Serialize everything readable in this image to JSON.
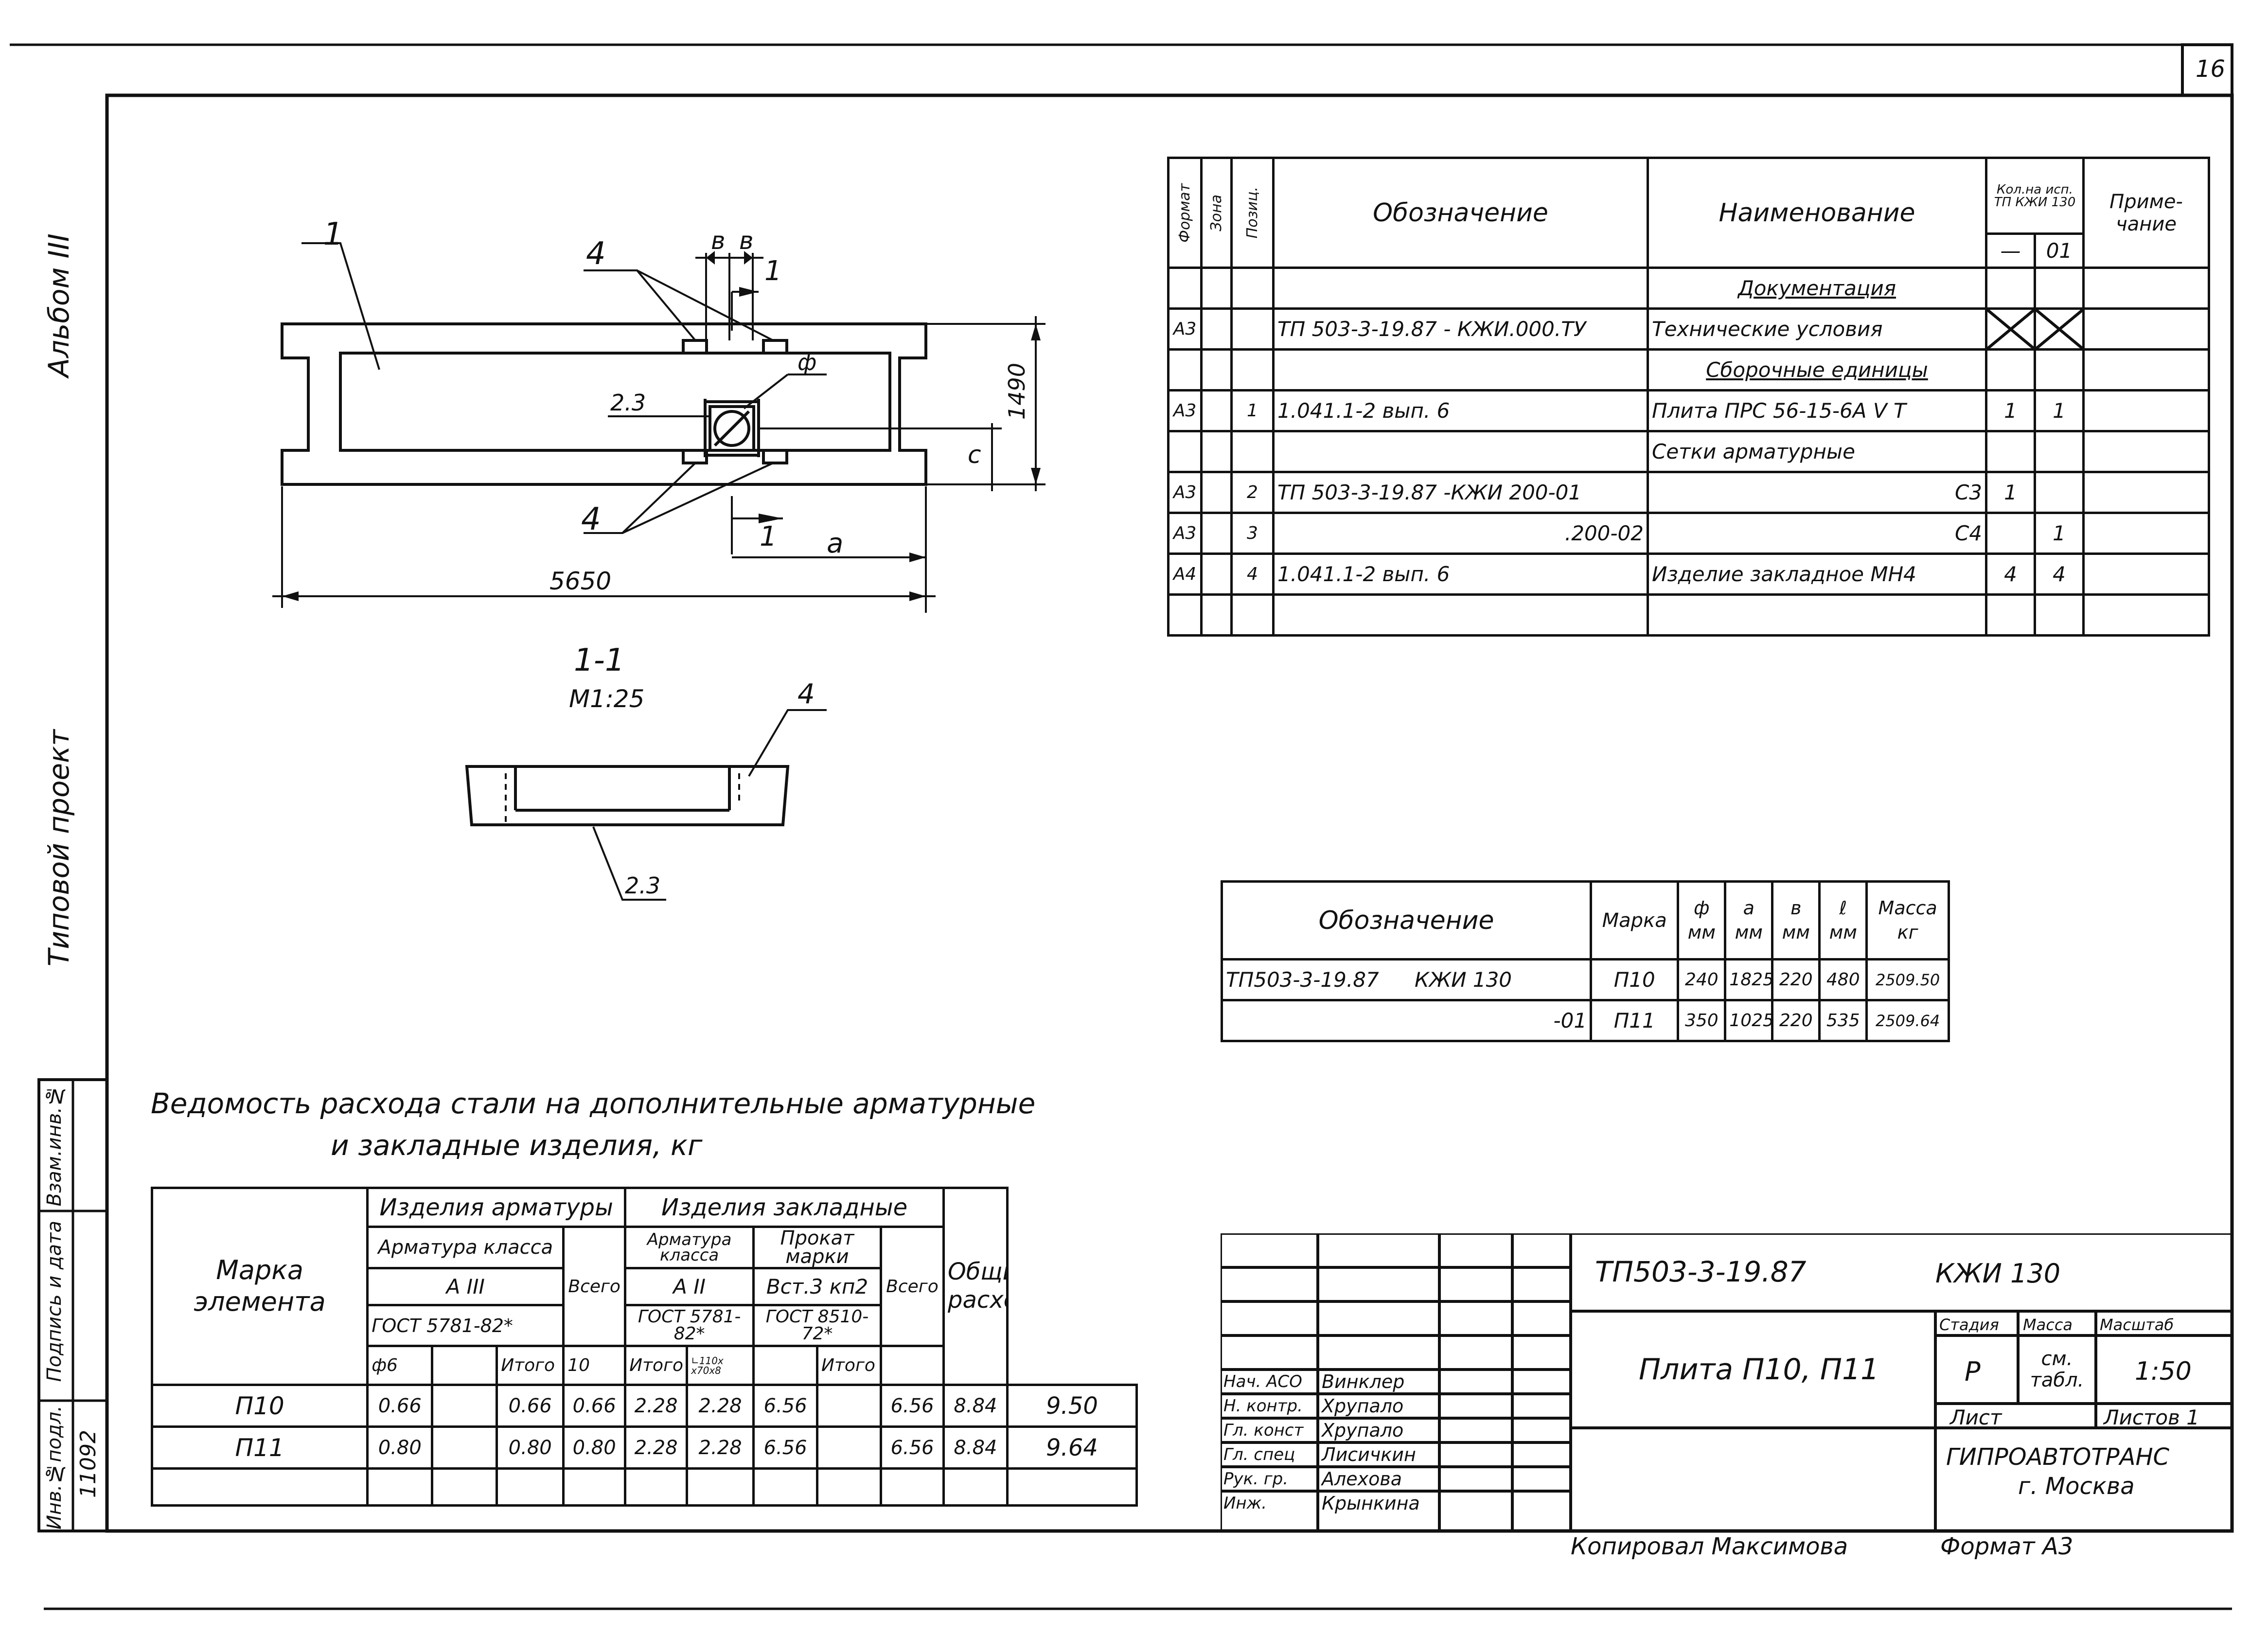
{
  "sheet_number": "16",
  "side_labels": {
    "album": "Альбом III",
    "project": "Типовой проект",
    "stub": [
      "Взам.инв.№",
      "Подпись и дата",
      "Инв.№подл."
    ],
    "stub_values": [
      "",
      "",
      "11092"
    ]
  },
  "plan": {
    "pos1": "1",
    "pos4_top": "4",
    "pos4_bottom": "4",
    "pos23": "2.3",
    "dim_b1": "в",
    "dim_b2": "в",
    "dim_phi": "ф",
    "dim_c": "с",
    "dim_a": "а",
    "dim_height": "1490",
    "dim_length": "5650",
    "cut_top": "1",
    "cut_bottom": "1"
  },
  "section": {
    "title": "1-1",
    "scale": "М1:25",
    "pos4": "4",
    "pos23": "2.3"
  },
  "spec_table": {
    "headers": {
      "format": "Формат",
      "zone": "Зона",
      "pos": "Позиц.",
      "designation": "Обозначение",
      "name": "Наименование",
      "qty": "Кол.на исп. ТП КЖИ 130",
      "qty_cols": [
        "—",
        "01"
      ],
      "note": "Приме-чание"
    },
    "rows": [
      {
        "format": "",
        "zone": "",
        "pos": "",
        "designation": "",
        "name": "Документация",
        "q1": "",
        "q2": "",
        "note": "",
        "section": true
      },
      {
        "format": "А3",
        "zone": "",
        "pos": "",
        "designation": "ТП 503-3-19.87   - КЖИ.000.ТУ",
        "name": "Технические условия",
        "q1": "",
        "q2": "",
        "note": "",
        "cross": true
      },
      {
        "format": "",
        "zone": "",
        "pos": "",
        "designation": "",
        "name": "Сборочные единицы",
        "q1": "",
        "q2": "",
        "note": "",
        "section": true
      },
      {
        "format": "А3",
        "zone": "",
        "pos": "1",
        "designation": "1.041.1-2  вып. 6",
        "name": "Плита ПРС 56-15-6А V Т",
        "q1": "1",
        "q2": "1",
        "note": ""
      },
      {
        "format": "",
        "zone": "",
        "pos": "",
        "designation": "",
        "name": "Сетки арматурные",
        "q1": "",
        "q2": "",
        "note": ""
      },
      {
        "format": "А3",
        "zone": "",
        "pos": "2",
        "designation": "ТП 503-3-19.87   -КЖИ 200-01",
        "name": "С3",
        "q1": "1",
        "q2": "",
        "note": "",
        "name_right": true
      },
      {
        "format": "А3",
        "zone": "",
        "pos": "3",
        "designation": ".200-02",
        "name": "С4",
        "q1": "",
        "q2": "1",
        "note": "",
        "name_right": true,
        "des_right": true
      },
      {
        "format": "А4",
        "zone": "",
        "pos": "4",
        "designation": "1.041.1-2  вып. 6",
        "name": "Изделие закладное МН4",
        "q1": "4",
        "q2": "4",
        "note": ""
      },
      {
        "format": "",
        "zone": "",
        "pos": "",
        "designation": "",
        "name": "",
        "q1": "",
        "q2": "",
        "note": ""
      }
    ]
  },
  "params_table": {
    "headers": [
      "Обозначение",
      "Марка",
      "ф мм",
      "а мм",
      "в мм",
      "ℓ мм",
      "Масса кг"
    ],
    "rows": [
      {
        "des1": "ТП503-3-19.87",
        "des2": "КЖИ 130",
        "mark": "П10",
        "phi": "240",
        "a": "1825",
        "b": "220",
        "l": "480",
        "mass": "2509.50"
      },
      {
        "des1": "",
        "des2": "-01",
        "mark": "П11",
        "phi": "350",
        "a": "1025",
        "b": "220",
        "l": "535",
        "mass": "2509.64"
      }
    ]
  },
  "steel_title": [
    "Ведомость расхода стали на дополнительные арматурные",
    "и закладные изделия, кг"
  ],
  "steel_table": {
    "h_mark": "Марка элемента",
    "h_arm": "Изделия арматуры",
    "h_emb": "Изделия закладные",
    "h_arm_class": "Арматура класса",
    "h_emb_class": "Арматура класса",
    "h_rolled": "Прокат марки",
    "h_total": "Всего",
    "h_total2": "Всего",
    "h_grand": "Общий расход",
    "arm_class": "А III",
    "emb_class": "А II",
    "rolled_grade": "Вст.3 кп2",
    "gost_arm": "ГОСТ 5781-82*",
    "gost_emb": "ГОСТ 5781-82*",
    "gost_rolled": "ГОСТ 8510-72*",
    "sub": [
      "ф6",
      "",
      "Итого",
      "10",
      "Итого",
      "∟110x х70х8",
      "",
      "Итого"
    ],
    "rows": [
      {
        "mark": "П10",
        "v": [
          "0.66",
          "",
          "0.66",
          "0.66",
          "2.28",
          "2.28",
          "6.56",
          "",
          "6.56",
          "8.84",
          "9.50"
        ]
      },
      {
        "mark": "П11",
        "v": [
          "0.80",
          "",
          "0.80",
          "0.80",
          "2.28",
          "2.28",
          "6.56",
          "",
          "6.56",
          "8.84",
          "9.64"
        ]
      }
    ]
  },
  "title_block": {
    "code": "ТП503-3-19.87",
    "series": "КЖИ 130",
    "name": "Плита  П10, П11",
    "stage_h": "Стадия",
    "mass_h": "Масса",
    "scale_h": "Масштаб",
    "stage": "Р",
    "mass": "см. табл.",
    "scale": "1:50",
    "sheet_h": "Лист",
    "sheets_h": "Листов 1",
    "org": "ГИПРОАВТОТРАНС",
    "city": "г. Москва",
    "roles": [
      {
        "role": "Нач. АСО",
        "person": "Винклер"
      },
      {
        "role": "Н. контр.",
        "person": "Хрупало"
      },
      {
        "role": "Гл. конст",
        "person": "Хрупало"
      },
      {
        "role": "Гл. спец",
        "person": "Лисичкин"
      },
      {
        "role": "Рук. гр.",
        "person": "Алехова"
      },
      {
        "role": "Инж.",
        "person": "Крынкина"
      }
    ]
  },
  "footer": {
    "copied": "Копировал Максимова",
    "format": "Формат А3"
  }
}
